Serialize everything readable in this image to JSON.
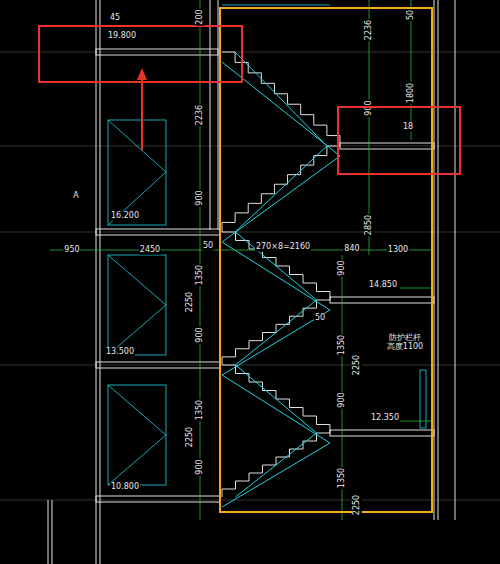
{
  "diagram": {
    "nodes": [
      {
        "text": [
          "2236",
          "900",
          "1800",
          "50",
          "2850",
          "270×8=2160",
          "840",
          "1300",
          "900",
          "14.850",
          "50",
          "1350",
          "2250",
          "900",
          "防护栏杆 高度1100",
          "12.350",
          "1350",
          "2250"
        ]
      },
      {
        "text": [
          "19.800"
        ]
      },
      {
        "text": [
          "18"
        ]
      }
    ],
    "labels": [
      "45",
      "200",
      "2236",
      "900",
      "16.200",
      "A",
      "950",
      "2450",
      "50",
      "1350",
      "2250",
      "900",
      "13.500",
      "1350",
      "2250",
      "900",
      "10.800"
    ]
  }
}
